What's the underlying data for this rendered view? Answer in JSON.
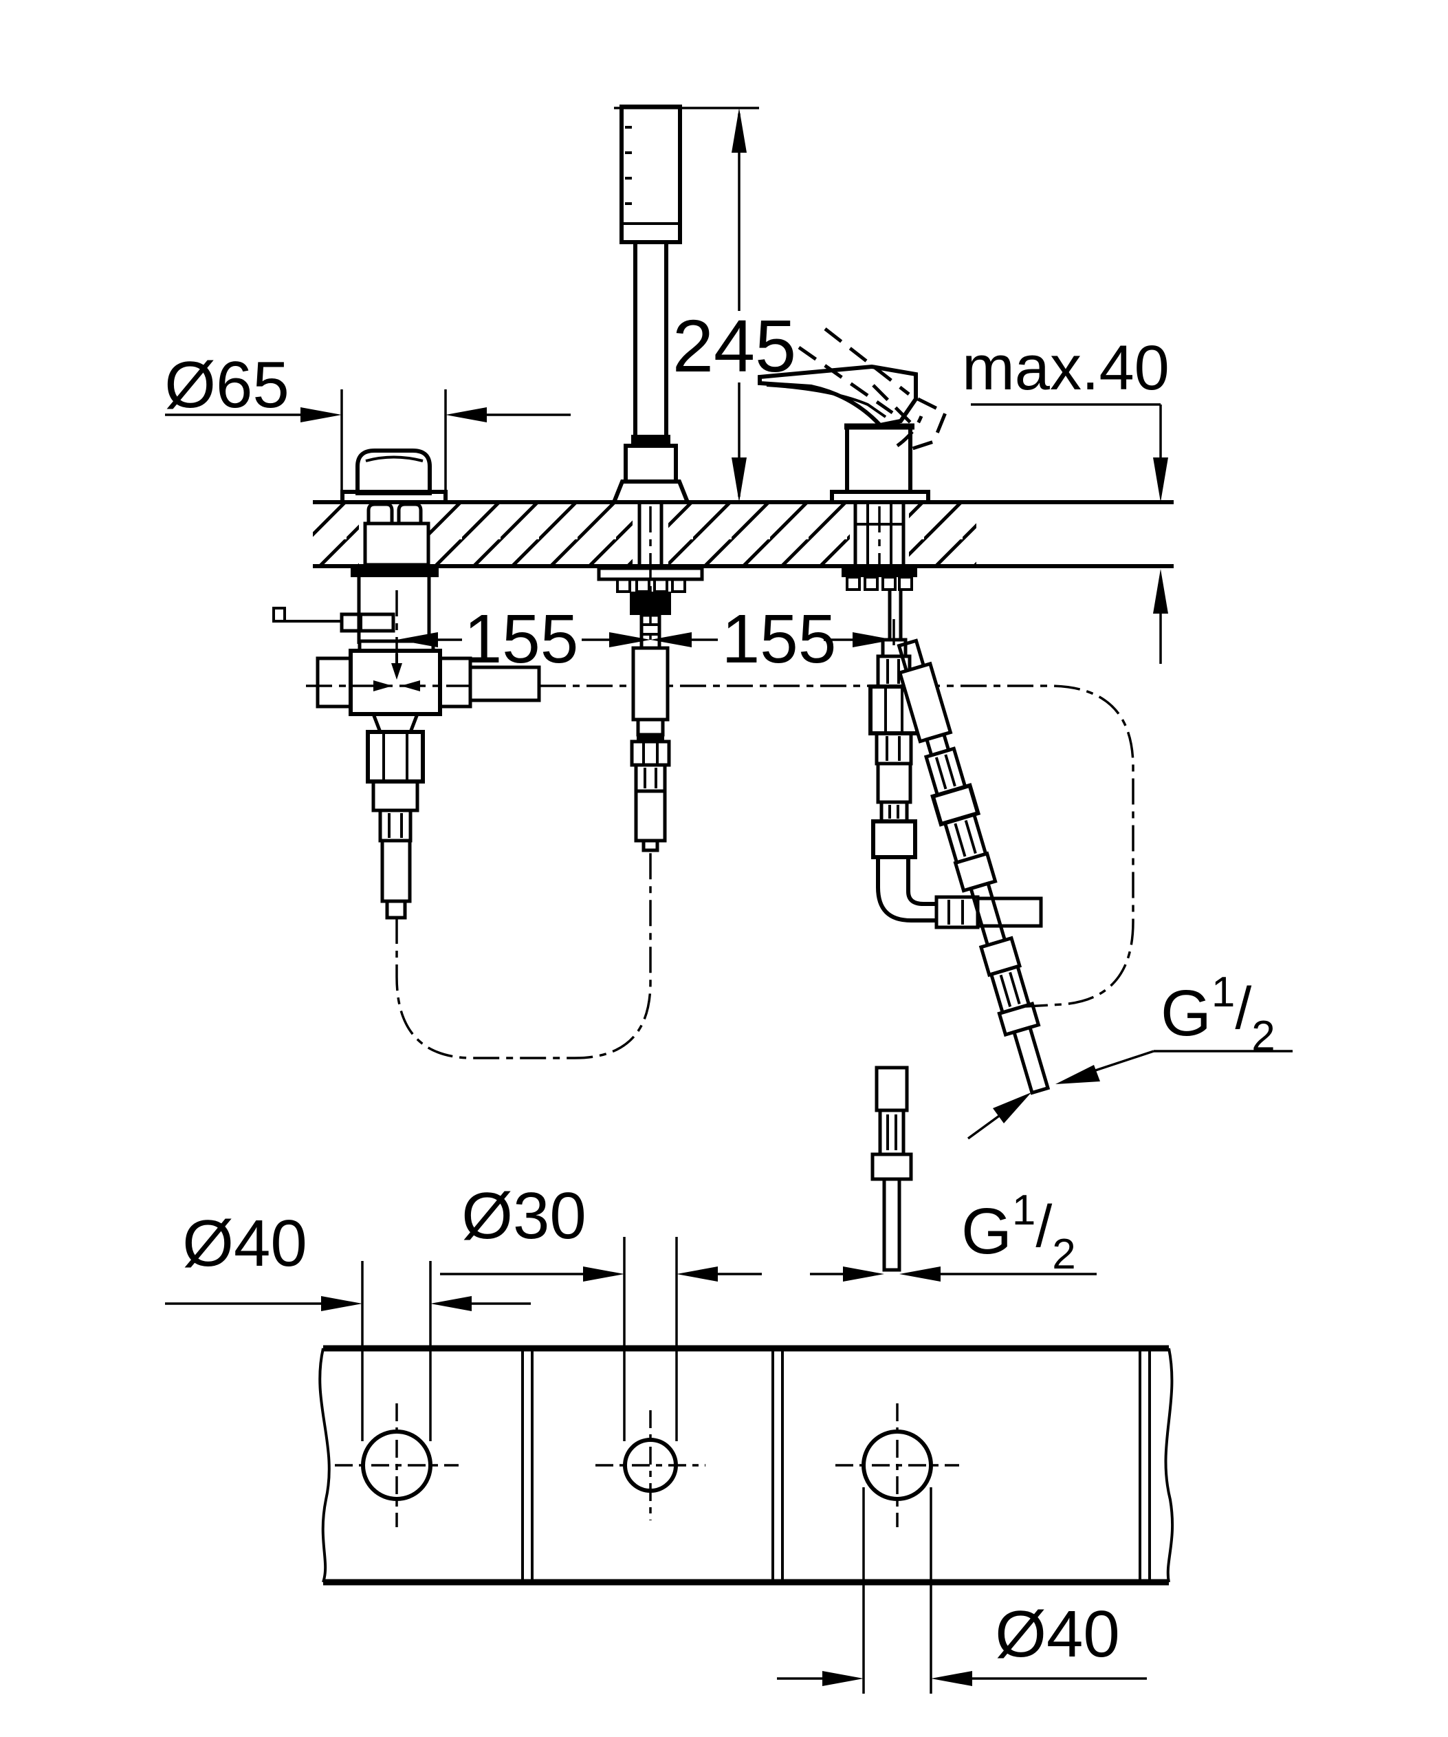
{
  "meta": {
    "drawing_type": "installation dimensional drawing",
    "background_color": "#ffffff",
    "line_color": "#000000"
  },
  "dimensions": {
    "diameter_65": "Ø65",
    "height_245": "245",
    "max_40": "max.40",
    "spacing_left": "155",
    "spacing_right": "155",
    "diameter_30": "Ø30",
    "diameter_40_left": "Ø40",
    "diameter_40_bottom": "Ø40",
    "thread_upper": {
      "label": "G 1/2",
      "prefix": "G",
      "numerator": "1",
      "slash": "/",
      "denominator": "2"
    },
    "thread_lower": {
      "label": "G 1/2",
      "prefix": "G",
      "numerator": "1",
      "slash": "/",
      "denominator": "2"
    }
  }
}
